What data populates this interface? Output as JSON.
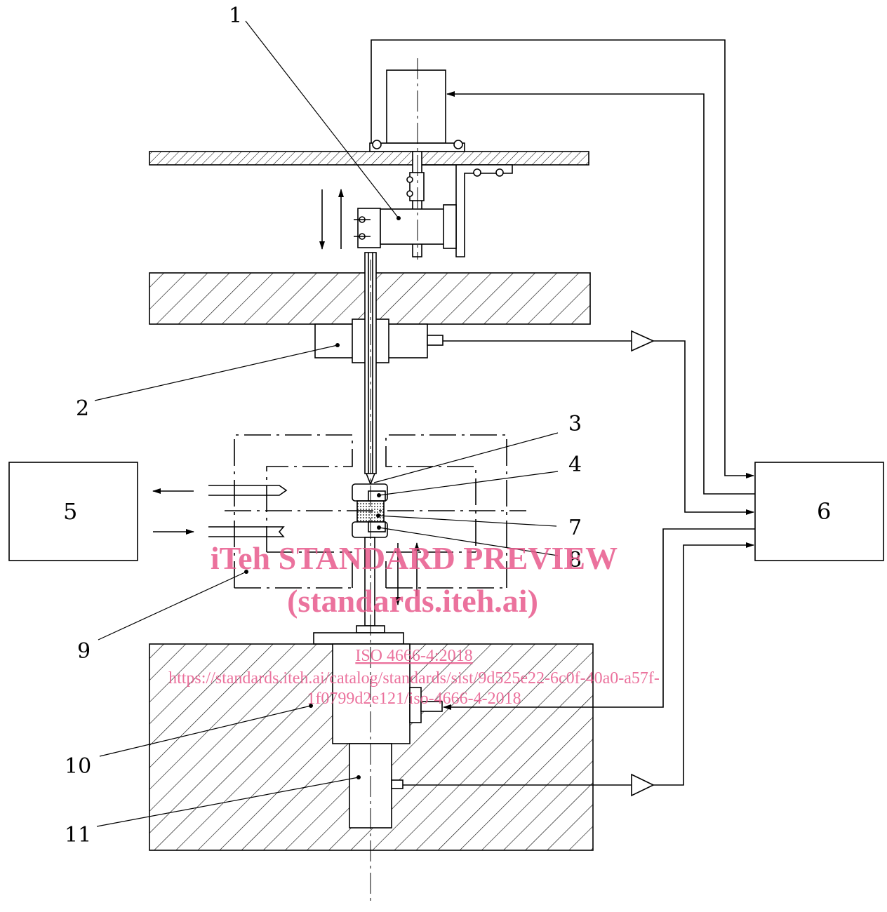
{
  "labels": {
    "l1": "1",
    "l2": "2",
    "l3": "3",
    "l4": "4",
    "l5": "5",
    "l6": "6",
    "l7": "7",
    "l8": "8",
    "l9": "9",
    "l10": "10",
    "l11": "11"
  },
  "watermark": {
    "line1": "iTeh STANDARD PREVIEW",
    "line2": "(standards.iteh.ai)",
    "line3": "ISO 4666-4:2018",
    "line4": "https://standards.iteh.ai/catalog/standards/sist/9d525e22-6c0f-40a0-a57f-",
    "line5": "1f0799d2e121/iso-4666-4-2018"
  },
  "colors": {
    "ink": "#000000",
    "watermark": "#e85a8c",
    "background": "#ffffff"
  }
}
